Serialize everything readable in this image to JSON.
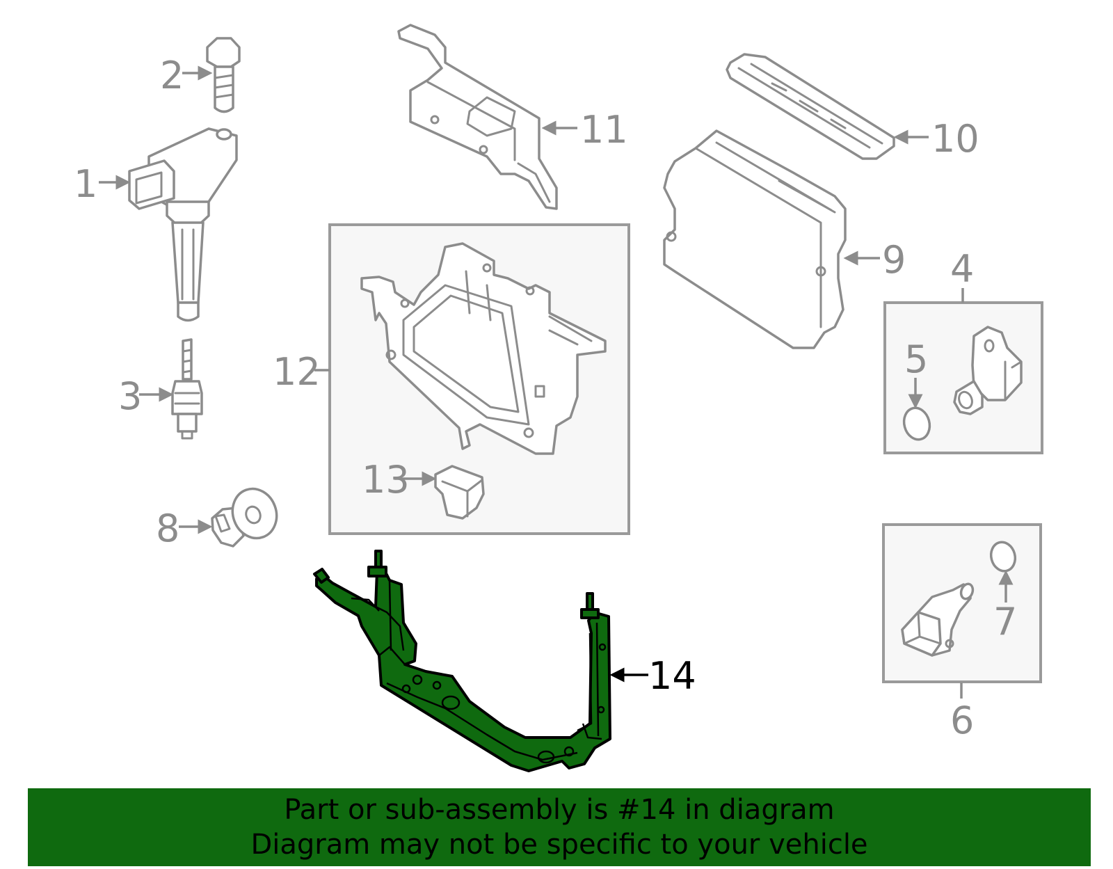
{
  "colors": {
    "part_stroke": "#8c8c8c",
    "highlight_fill": "#0f6a0f",
    "footer_background": "#0f6a0f",
    "footer_text": "#000000",
    "box_fill": "#f7f7f7"
  },
  "callouts": [
    {
      "id": "1",
      "label": "1"
    },
    {
      "id": "2",
      "label": "2"
    },
    {
      "id": "3",
      "label": "3"
    },
    {
      "id": "4",
      "label": "4"
    },
    {
      "id": "5",
      "label": "5"
    },
    {
      "id": "6",
      "label": "6"
    },
    {
      "id": "7",
      "label": "7"
    },
    {
      "id": "8",
      "label": "8"
    },
    {
      "id": "9",
      "label": "9"
    },
    {
      "id": "10",
      "label": "10"
    },
    {
      "id": "11",
      "label": "11"
    },
    {
      "id": "12",
      "label": "12"
    },
    {
      "id": "13",
      "label": "13"
    },
    {
      "id": "14",
      "label": "14",
      "highlighted": true
    }
  ],
  "footer": {
    "line1": "Part or sub-assembly is #14 in diagram",
    "line2": "Diagram may not be specific to your vehicle"
  }
}
